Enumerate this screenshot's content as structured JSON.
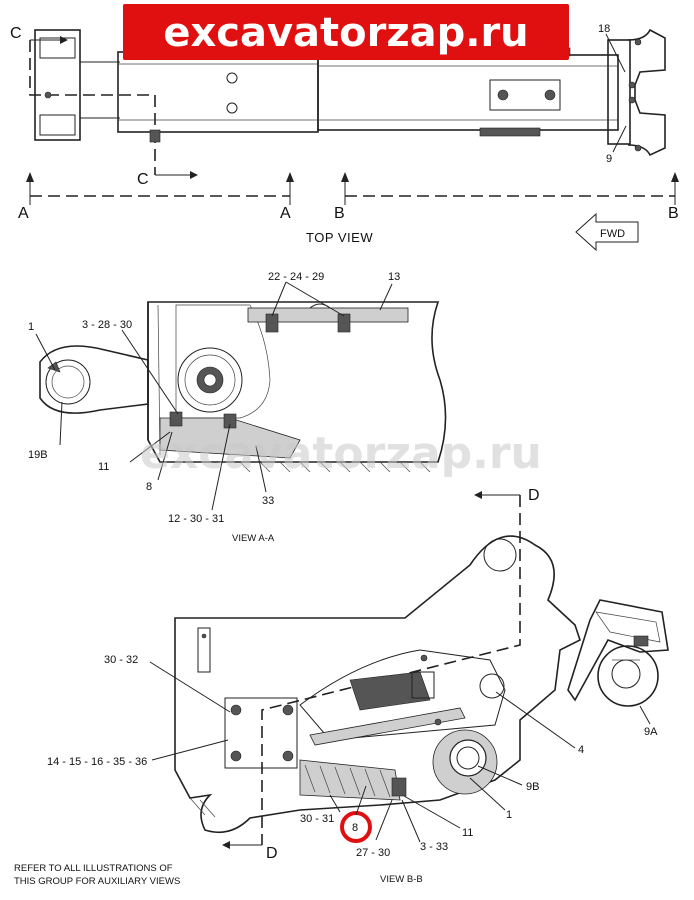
{
  "watermark": {
    "text": "excavatorzap.ru",
    "bg_color": "#e01010",
    "text_color": "#ffffff",
    "faint_color": "#c8c8c8"
  },
  "top_view": {
    "title": "TOP VIEW",
    "fwd": "FWD",
    "markers": {
      "A": "A",
      "B": "B",
      "C": "C"
    },
    "callouts": {
      "c18": "18",
      "c9": "9"
    }
  },
  "view_aa": {
    "title": "VIEW  A-A",
    "callouts": {
      "c22_24_29": "22 - 24 - 29",
      "c13": "13",
      "c1": "1",
      "c3_28_30": "3 - 28 - 30",
      "c19b": "19B",
      "c11": "11",
      "c8": "8",
      "c33": "33",
      "c12_30_31": "12 - 30 - 31"
    }
  },
  "view_bb": {
    "title": "VIEW  B-B",
    "marker_d": "D",
    "highlight_color": "#e01010",
    "callouts": {
      "c30_32": "30 - 32",
      "c14_15_16_35_36": "14 - 15 - 16 - 35 - 36",
      "c4": "4",
      "c9a": "9A",
      "c9b": "9B",
      "c1": "1",
      "c11": "11",
      "c30_31": "30 - 31",
      "c8": "8",
      "c27_30": "27 - 30",
      "c3_33": "3 - 33"
    }
  },
  "note": {
    "line1": "REFER TO ALL ILLUSTRATIONS OF",
    "line2": "THIS GROUP FOR AUXILIARY VIEWS"
  }
}
